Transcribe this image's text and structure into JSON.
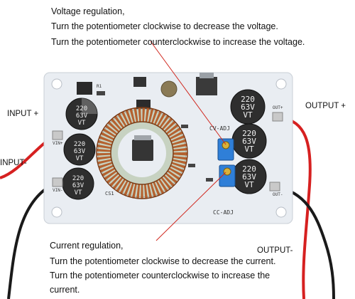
{
  "voltage_regulation": {
    "title": "Voltage regulation,",
    "line1": "Turn the potentiometer clockwise to decrease the voltage.",
    "line2": "Turn the potentiometer counterclockwise to increase the voltage."
  },
  "current_regulation": {
    "title": "Current regulation,",
    "line1": "Turn the potentiometer clockwise to decrease the current.",
    "line2a": "Turn the potentiometer counterclockwise to increase the",
    "line2b": "current."
  },
  "terminals": {
    "input_plus": "INPUT +",
    "input_minus": "INPUT-",
    "output_plus": "OUTPUT +",
    "output_minus": "OUTPUT-"
  },
  "board": {
    "cap_labels": [
      "220",
      "63V",
      "VT"
    ],
    "cv_adj": "CV-ADJ",
    "cc_adj": "CC-ADJ",
    "vin_plus": "VIN+",
    "vin_minus": "VIN-",
    "out_plus": "OUT+",
    "out_minus": "OUT-",
    "cs1": "CS1",
    "r1": "R1"
  },
  "colors": {
    "pcb": "#e9edf2",
    "wire_red": "#d62020",
    "wire_black": "#1a1a1a",
    "pointer": "#d0261d",
    "copper": "#b4612f",
    "potentiometer": "#2f7fd8"
  }
}
